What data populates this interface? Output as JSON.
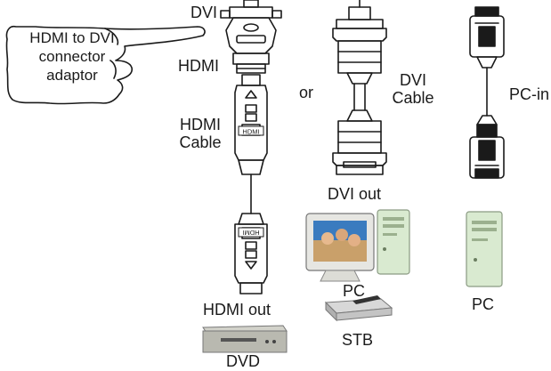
{
  "callout": {
    "lines": [
      "HDMI to DVI",
      "connector",
      "adaptor"
    ]
  },
  "labels": {
    "dvi_top": "DVI",
    "hdmi_adapter": "HDMI",
    "hdmi_cable_1": "HDMI",
    "hdmi_cable_2": "Cable",
    "or": "or",
    "dvi_cable_1": "DVI",
    "dvi_cable_2": "Cable",
    "pc_in": "PC-in",
    "dvi_out": "DVI out",
    "hdmi_out": "HDMI out",
    "pc_center": "PC",
    "pc_right": "PC",
    "stb": "STB",
    "dvd": "DVD",
    "connector_hdmi_upper": "HDMI",
    "connector_hdmi_lower": "HDMI"
  },
  "colors": {
    "line": "#1a1a1a",
    "pc_case": "#d9ead0",
    "dvd_body": "#b9b9b0",
    "monitor_frame": "#e6e6e2"
  }
}
